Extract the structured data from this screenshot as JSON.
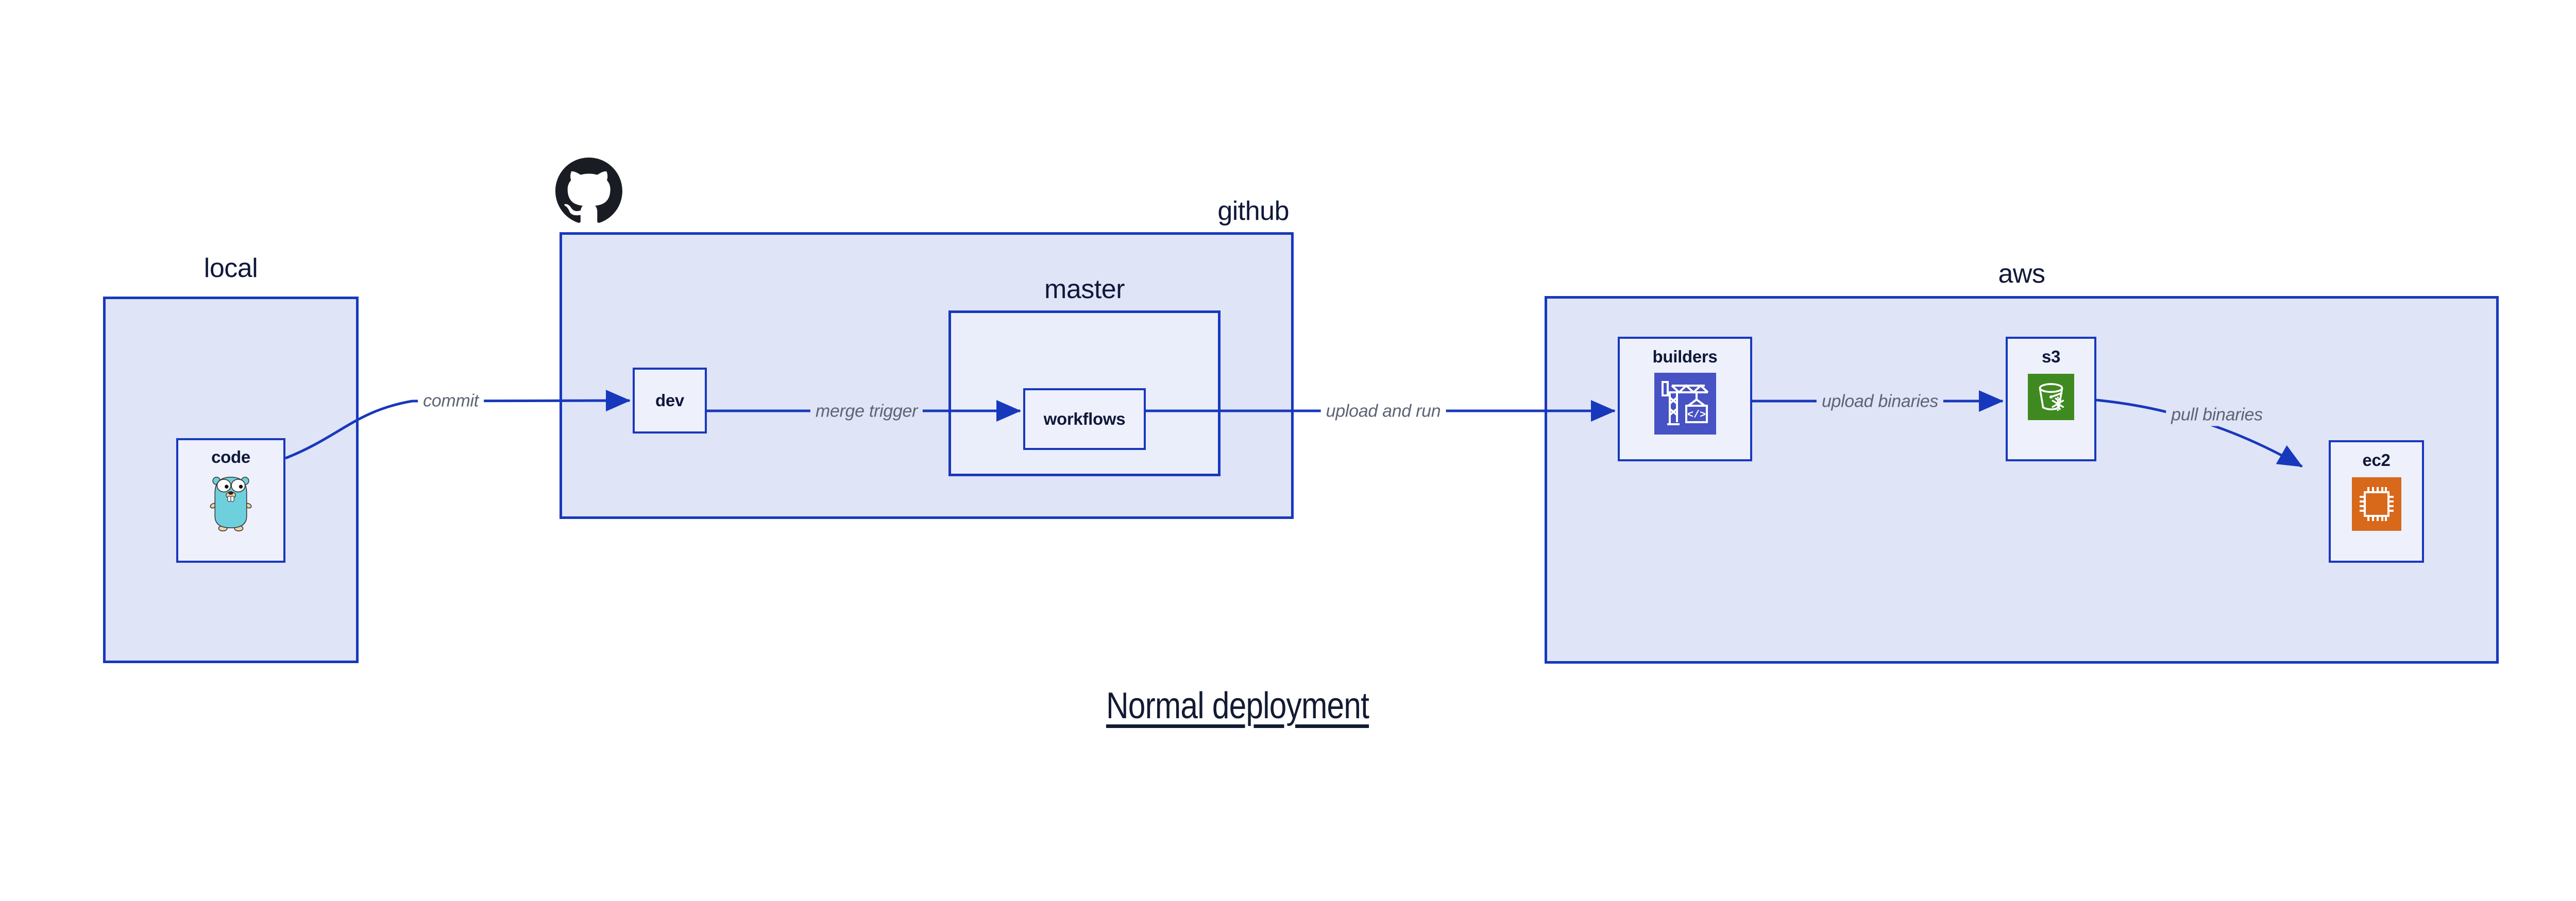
{
  "diagram_title": "Normal deployment",
  "containers": {
    "local": {
      "label": "local"
    },
    "github": {
      "label": "github"
    },
    "master": {
      "label": "master"
    },
    "aws": {
      "label": "aws"
    }
  },
  "nodes": {
    "code": {
      "label": "code",
      "icon": "go-gopher-icon"
    },
    "dev": {
      "label": "dev"
    },
    "workflows": {
      "label": "workflows"
    },
    "builders": {
      "label": "builders",
      "icon": "codebuild-crane-icon",
      "icon_code_text": "</>"
    },
    "s3": {
      "label": "s3",
      "icon": "s3-glacier-bucket-icon"
    },
    "ec2": {
      "label": "ec2",
      "icon": "ec2-chip-icon"
    }
  },
  "edges": {
    "commit": {
      "label": "commit"
    },
    "merge_trigger": {
      "label": "merge trigger"
    },
    "upload_and_run": {
      "label": "upload and run"
    },
    "upload_binaries": {
      "label": "upload binaries"
    },
    "pull_binaries": {
      "label": "pull binaries"
    }
  },
  "icons": {
    "github_logo": "github-octocat-logo"
  },
  "colors": {
    "edge_and_border_blue": "#1838bc",
    "container_fill": "#dfe4f7",
    "nested_container_fill": "#eaeefa",
    "node_fill": "#eef1fb",
    "label_navy": "#10183a",
    "edge_label_gray": "#5d6475",
    "github_logo_black": "#191d23",
    "builders_icon_indigo": "#4752c4",
    "s3_icon_green": "#3f8a20",
    "ec2_icon_orange": "#d8681a",
    "gopher_teal": "#6fd0dd"
  }
}
